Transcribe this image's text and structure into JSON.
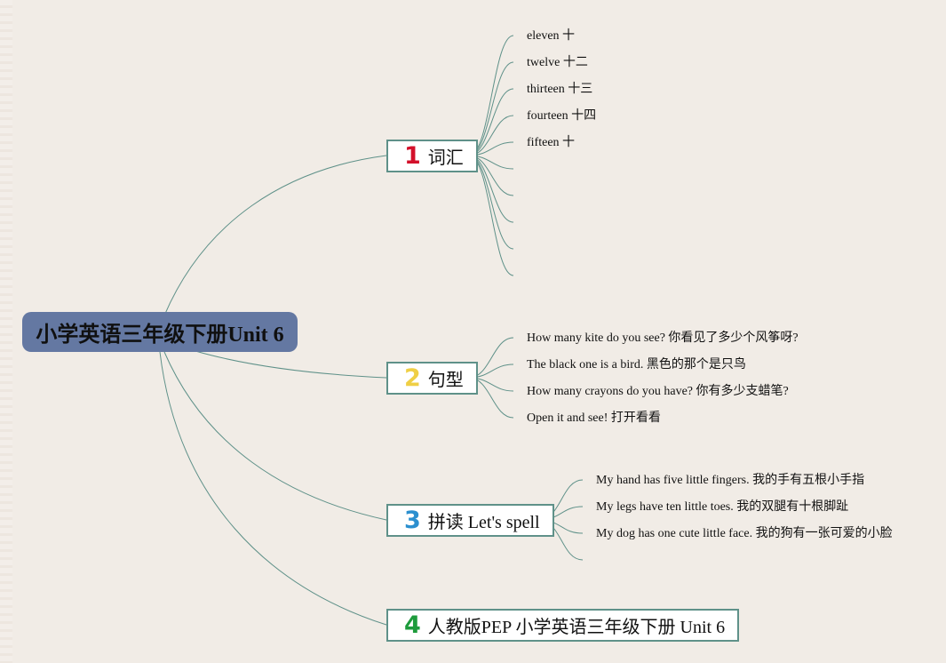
{
  "root": {
    "title": "小学英语三年级下册Unit 6"
  },
  "branches": [
    {
      "number": "1",
      "number_color": "#d3102a",
      "label": "词汇",
      "items": [
        "eleven 十",
        "twelve 十二",
        "thirteen 十三",
        "fourteen 十四",
        "fifteen 十",
        "",
        "",
        "",
        "",
        ""
      ]
    },
    {
      "number": "2",
      "number_color": "#efcf45",
      "label": "句型",
      "items": [
        "How many kite do you see? 你看见了多少个风筝呀?",
        "The black one is a bird. 黑色的那个是只鸟",
        "How many crayons do you have? 你有多少支蜡笔?",
        "Open it and see! 打开看看"
      ]
    },
    {
      "number": "3",
      "number_color": "#2b8fcf",
      "label": "拼读 Let's spell",
      "items": [
        "My hand has five little fingers. 我的手有五根小手指",
        "My legs have ten little toes. 我的双腿有十根脚趾",
        "My dog has one cute little face. 我的狗有一张可爱的小脸",
        ""
      ]
    },
    {
      "number": "4",
      "number_color": "#1e9b3c",
      "label": "人教版PEP 小学英语三年级下册 Unit 6",
      "items": []
    }
  ],
  "colors": {
    "background": "#f1ece6",
    "root_fill": "#6478a2",
    "border": "#5f9189",
    "connector": "#5f9189"
  }
}
